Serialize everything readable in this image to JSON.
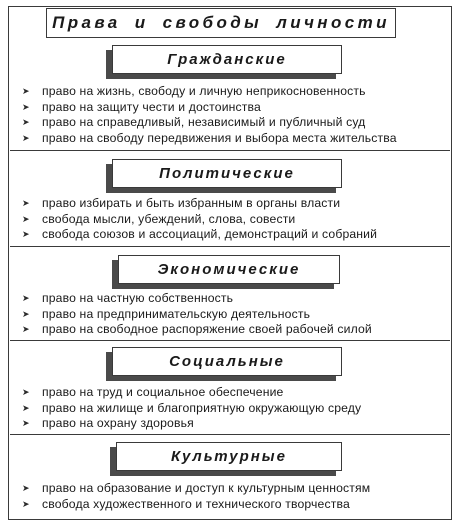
{
  "title": "Права и свободы личности",
  "categories": [
    {
      "name": "Гражданские",
      "items": [
        "право на жизнь, свободу и личную неприкосновенность",
        "право на защиту чести и достоинства",
        "право на справедливый, независимый и публичный суд",
        "право на свободу передвижения и выбора места жительства"
      ]
    },
    {
      "name": "Политические",
      "items": [
        "право избирать и быть избранным в органы власти",
        "свобода мысли, убеждений, слова, совести",
        "свобода союзов и ассоциаций, демонстраций и собраний"
      ]
    },
    {
      "name": "Экономические",
      "items": [
        "право на частную собственность",
        "право на предпринимательскую деятельность",
        "право на свободное распоряжение своей рабочей силой"
      ]
    },
    {
      "name": "Социальные",
      "items": [
        "право на труд и социальное обеспечение",
        "право на жилище и благоприятную окружающую среду",
        "право на охрану здоровья"
      ]
    },
    {
      "name": "Культурные",
      "items": [
        "право на образование и доступ к культурным ценностям",
        "свобода художественного и технического творчества"
      ]
    }
  ]
}
